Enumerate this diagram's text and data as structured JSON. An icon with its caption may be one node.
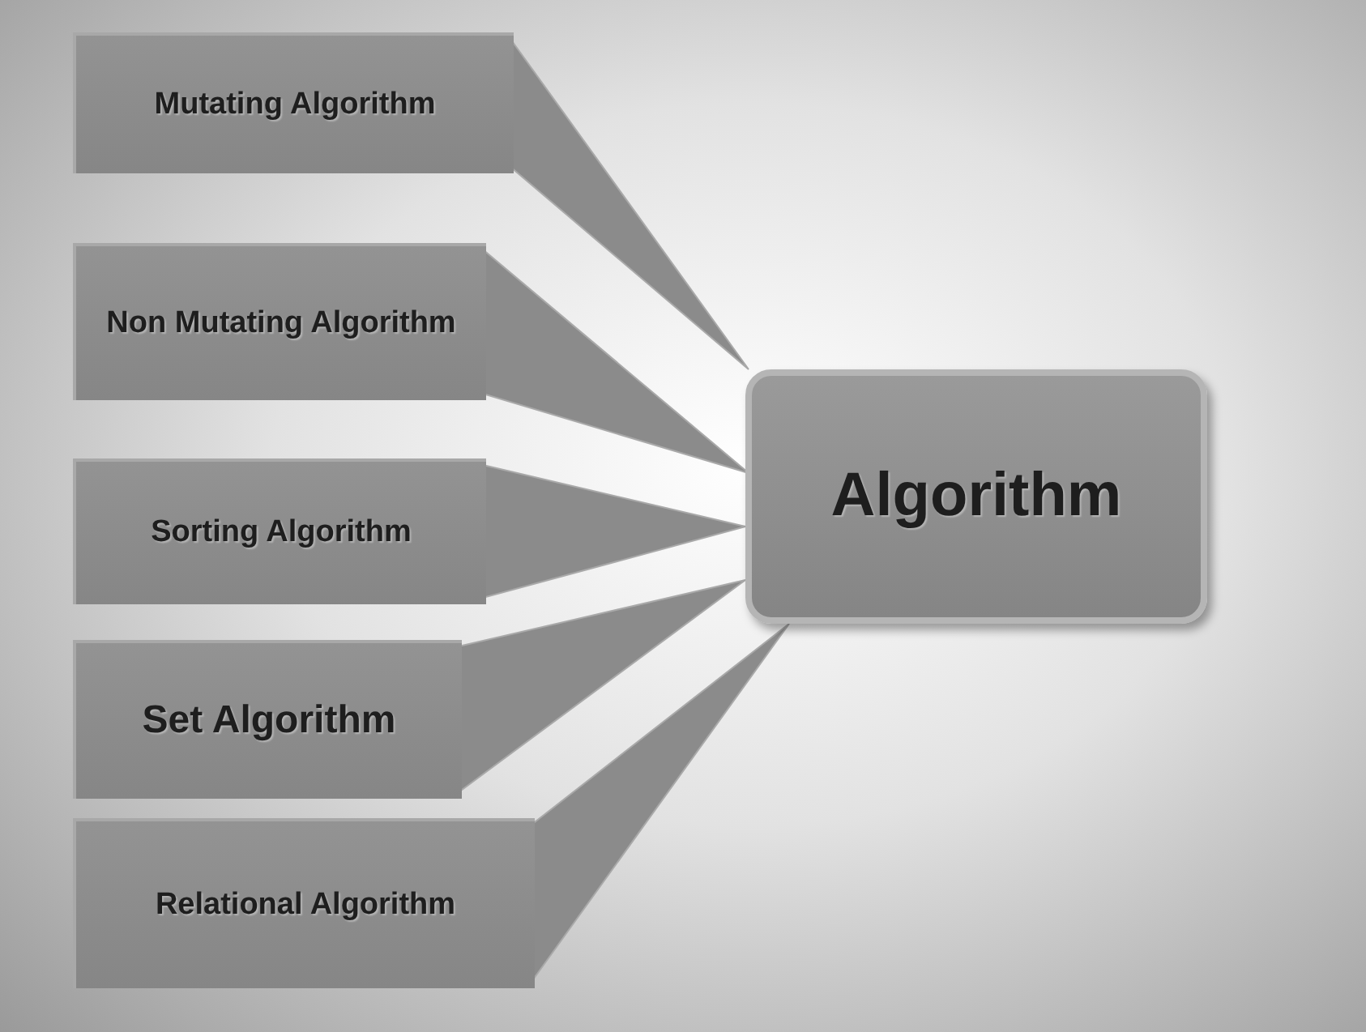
{
  "diagram": {
    "nodes": [
      {
        "text": [
          "Mutating Algorithm"
        ]
      },
      {
        "text": [
          "Non Mutating Algorithm"
        ]
      },
      {
        "text": [
          "Sorting Algorithm"
        ]
      },
      {
        "text": [
          "Set Algorithm"
        ]
      },
      {
        "text": [
          "Relational Algorithm"
        ]
      },
      {
        "text": [
          "Algorithm"
        ]
      }
    ],
    "edges": [
      {
        "from": 0,
        "to": 5,
        "arrow": "to"
      },
      {
        "from": 1,
        "to": 5,
        "arrow": "to"
      },
      {
        "from": 2,
        "to": 5,
        "arrow": "to"
      },
      {
        "from": 3,
        "to": 5,
        "arrow": "to"
      },
      {
        "from": 4,
        "to": 5,
        "arrow": "to"
      }
    ]
  }
}
